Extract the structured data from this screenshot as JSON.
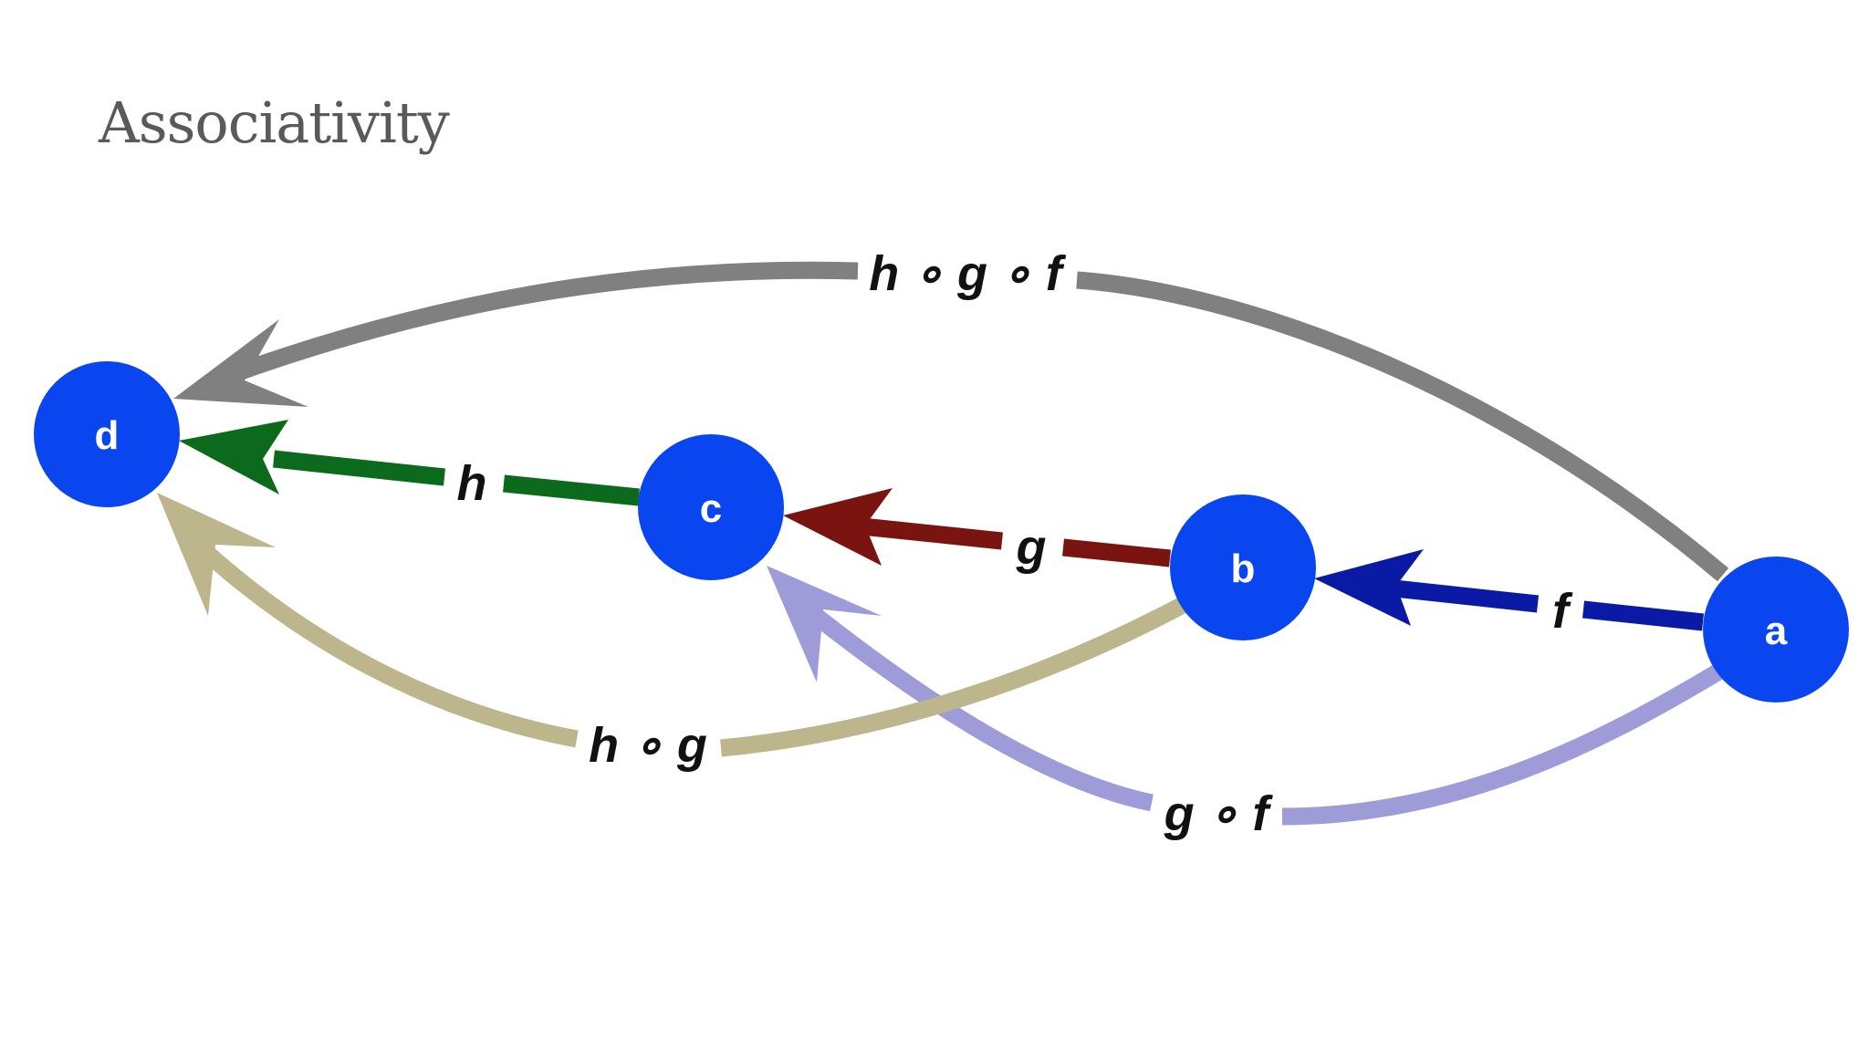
{
  "title": "Associativity",
  "nodes": {
    "a": {
      "label": "a"
    },
    "b": {
      "label": "b"
    },
    "c": {
      "label": "c"
    },
    "d": {
      "label": "d"
    }
  },
  "morphisms": {
    "f": {
      "from": "a",
      "to": "b",
      "label": "f",
      "color": "#0a1aa5"
    },
    "g": {
      "from": "b",
      "to": "c",
      "label": "g",
      "color": "#7a1410"
    },
    "h": {
      "from": "c",
      "to": "d",
      "label": "h",
      "color": "#0b6a1c"
    },
    "gf": {
      "from": "a",
      "to": "c",
      "label": "g ∘ f",
      "color": "#9e9bd9"
    },
    "hg": {
      "from": "b",
      "to": "d",
      "label": "h ∘ g",
      "color": "#bdb58c"
    },
    "hgf": {
      "from": "a",
      "to": "d",
      "label": "h ∘ g ∘ f",
      "color": "#808080"
    }
  },
  "colors": {
    "node_fill": "#0a46f0",
    "node_text": "#ffffff"
  }
}
